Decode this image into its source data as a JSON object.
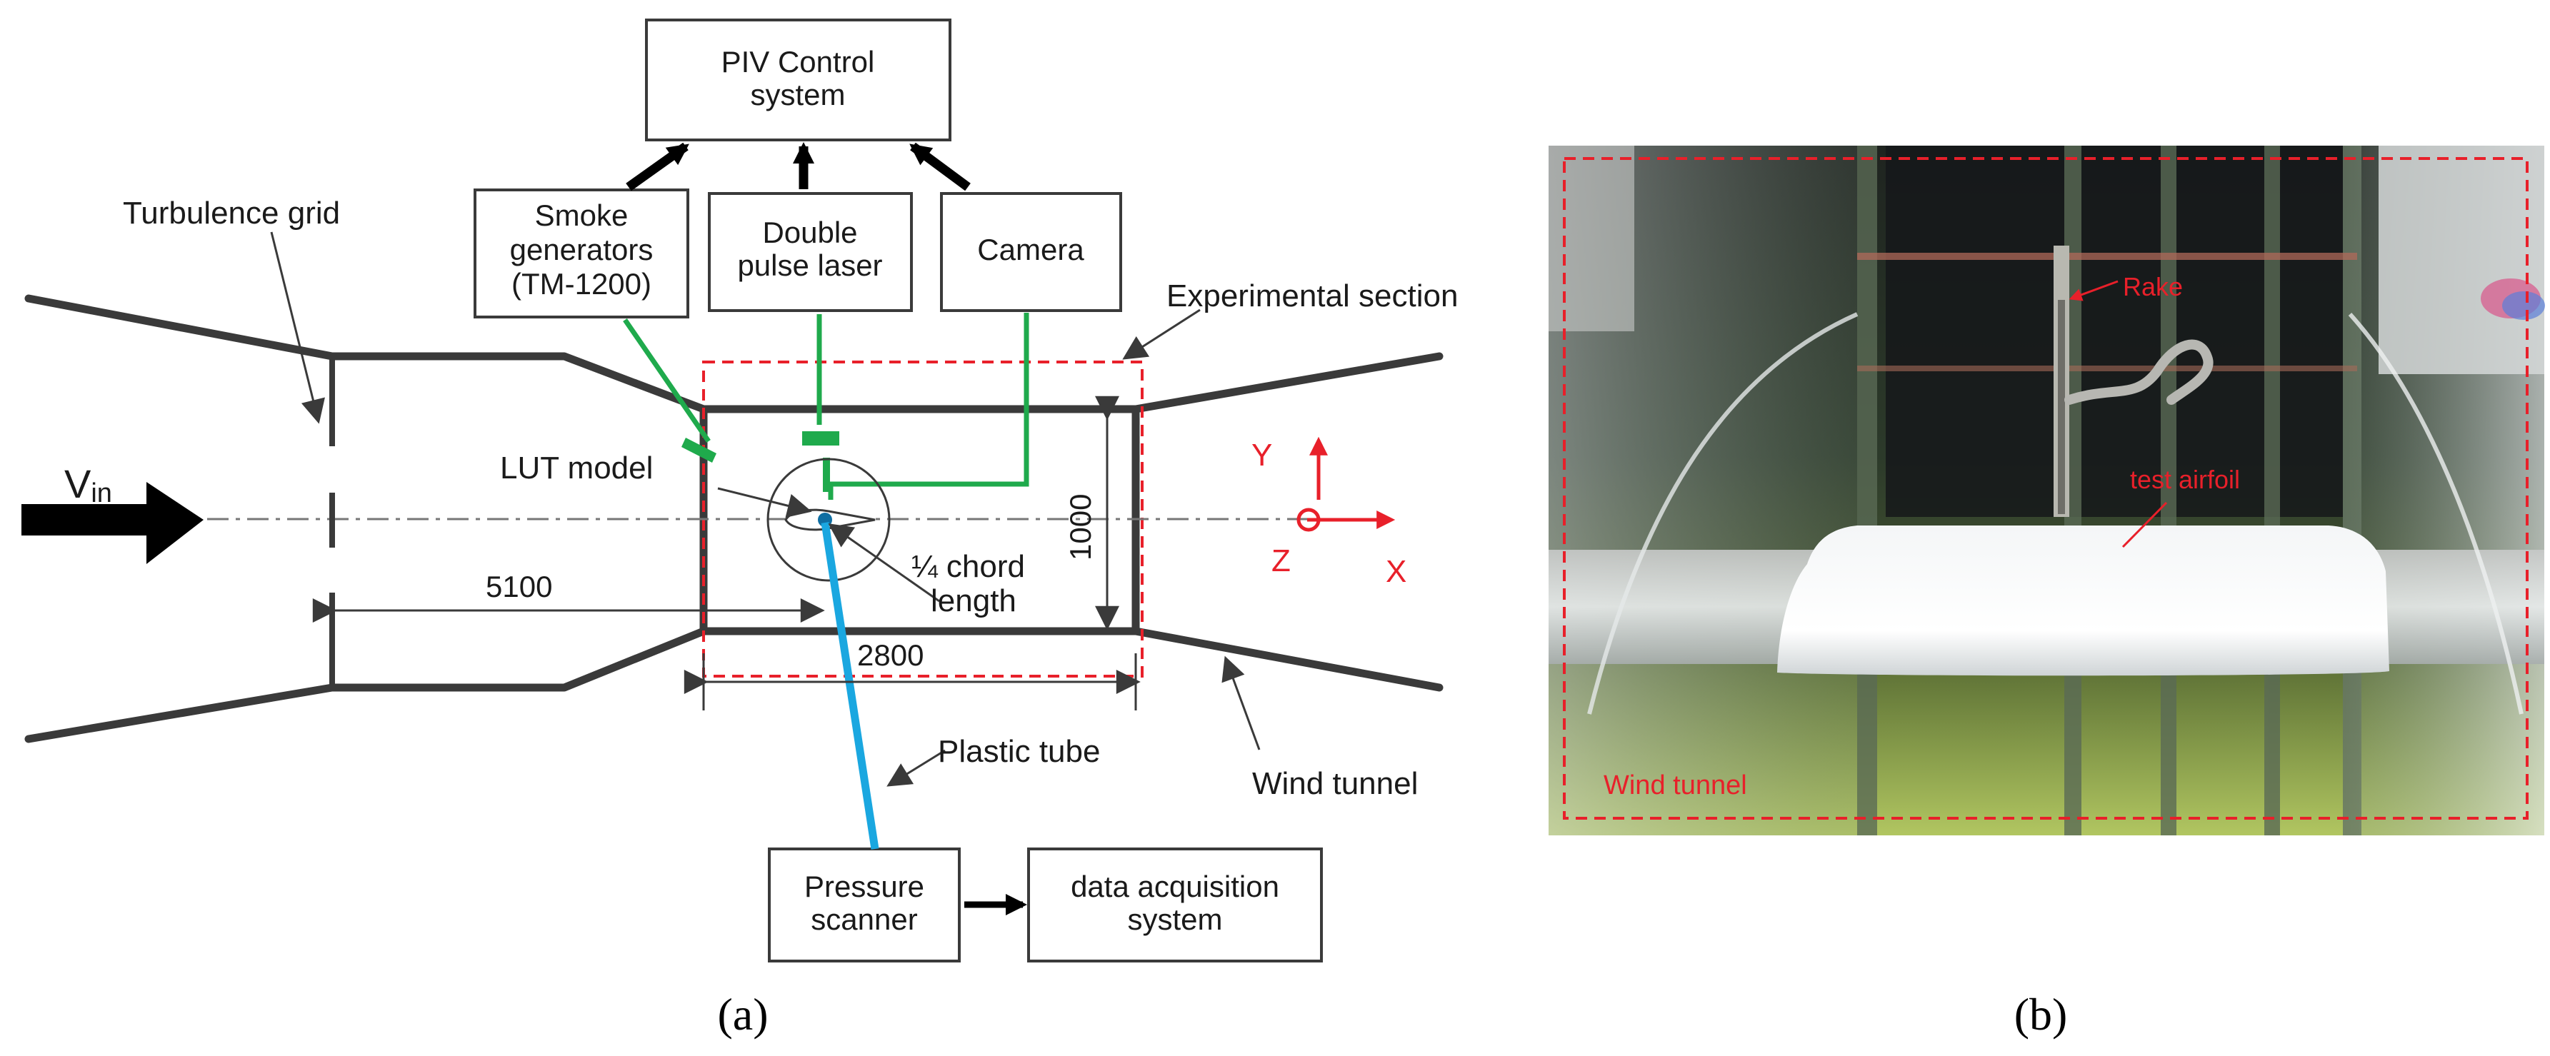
{
  "panel_a": {
    "caption": "(a)",
    "boxes": {
      "piv_line1": "PIV Control",
      "piv_line2": "system",
      "smoke_line1": "Smoke",
      "smoke_line2": "generators",
      "smoke_line3": "(TM-1200)",
      "laser_line1": "Double",
      "laser_line2": "pulse laser",
      "camera": "Camera",
      "pressure_line1": "Pressure",
      "pressure_line2": "scanner",
      "daq_line1": "data acquisition",
      "daq_line2": "system"
    },
    "labels": {
      "turbulence_grid": "Turbulence grid",
      "experimental_section": "Experimental section",
      "lut_model": "LUT model",
      "quarter_chord_line1": "¼ chord",
      "quarter_chord_line2": "length",
      "plastic_tube": "Plastic tube",
      "wind_tunnel": "Wind tunnel",
      "v_in_main": "V",
      "v_in_sub": "in"
    },
    "dimensions": {
      "d_5100": "5100",
      "d_2800": "2800",
      "d_1000": "1000"
    },
    "axes": {
      "x": "X",
      "y": "Y",
      "z": "Z"
    },
    "colors": {
      "structure": "#3a3a3a",
      "green_line": "#1faa4c",
      "blue_tube": "#1aa7e0",
      "red_accent": "#e8202a"
    }
  },
  "panel_b": {
    "caption": "(b)",
    "labels": {
      "rake": "Rake",
      "test_airfoil": "test airfoil",
      "wind_tunnel": "Wind tunnel"
    },
    "colors": {
      "label": "#e8202a"
    }
  }
}
